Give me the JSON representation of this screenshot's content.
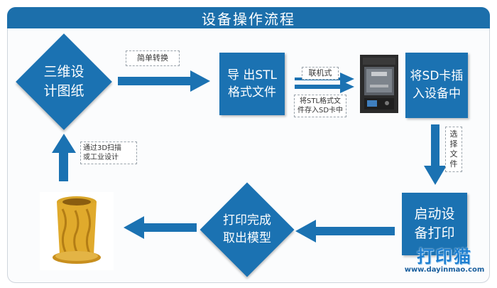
{
  "title": "设备操作流程",
  "steps": {
    "design": [
      "三维设",
      "计图纸"
    ],
    "export": [
      "导 出STL",
      "格式文件"
    ],
    "sdcard": [
      "将SD卡插",
      "入设备中"
    ],
    "start": [
      "启动设",
      "备打印"
    ],
    "finish": [
      "打印完成",
      "取出模型"
    ]
  },
  "notes": {
    "simple_convert": "简单转换",
    "online": "联机式",
    "copy_sd": [
      "将STL格式文",
      "件存入SD卡中"
    ],
    "select_file": [
      "选择",
      "文件"
    ],
    "scan": [
      "通过3D扫描",
      "或工业设计"
    ]
  },
  "watermark": {
    "logo_text": "打印猫",
    "url": "www.dayinmao.com"
  },
  "colors": {
    "primary": "#1b72b2",
    "title_bar": "#1c6fab",
    "text_on_primary": "#ffffff"
  }
}
